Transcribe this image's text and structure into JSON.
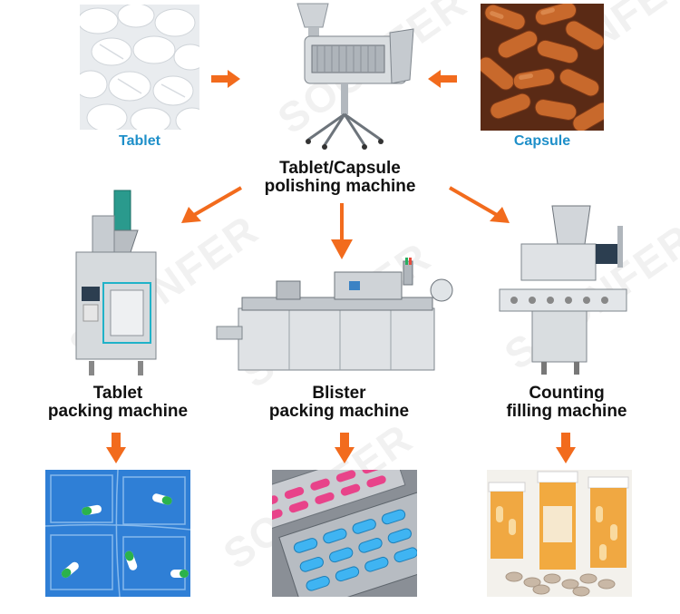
{
  "top": {
    "tablet_label": "Tablet",
    "capsule_label": "Capsule",
    "polishing_label_line1": "Tablet/Capsule",
    "polishing_label_line2": "polishing machine"
  },
  "machines": [
    {
      "line1": "Tablet",
      "line2": "packing machine"
    },
    {
      "line1": "Blister",
      "line2": "packing machine"
    },
    {
      "line1": "Counting",
      "line2": "filling machine"
    }
  ],
  "watermark": "SOONFER",
  "colors": {
    "arrow": "#f26b1d",
    "label_blue": "#1e8fc9"
  }
}
